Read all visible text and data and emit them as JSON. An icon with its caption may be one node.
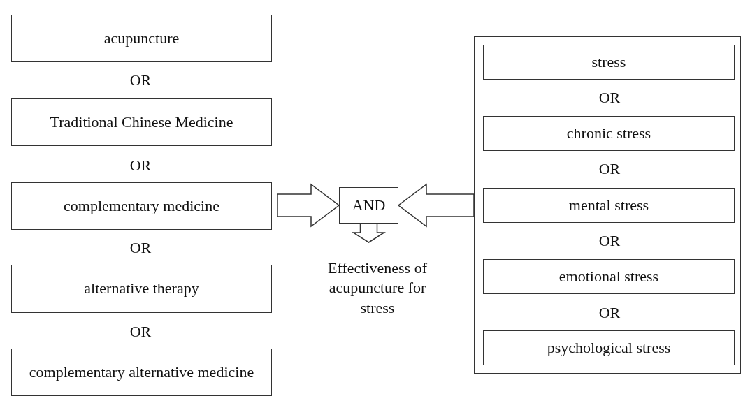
{
  "diagram": {
    "nodes": [
      {
        "text": [],
        "shape": "box"
      },
      {
        "text": [
          "acupuncture"
        ],
        "in": 0
      },
      {
        "text": [
          "Traditional Chinese Medicine"
        ],
        "in": 0
      },
      {
        "text": [
          "complementary medicine"
        ],
        "in": 0
      },
      {
        "text": [
          "alternative therapy"
        ],
        "in": 0
      },
      {
        "text": [
          "complementary alternative medicine"
        ],
        "in": 0
      },
      {
        "text": [
          "AND"
        ]
      },
      {
        "text": [
          "Effectiveness of acupuncture for stress"
        ]
      },
      {
        "text": [],
        "shape": "box"
      },
      {
        "text": [
          "stress"
        ],
        "in": 8
      },
      {
        "text": [
          "chronic stress"
        ],
        "in": 8
      },
      {
        "text": [
          "mental stress"
        ],
        "in": 8
      },
      {
        "text": [
          "emotional stress"
        ],
        "in": 8
      },
      {
        "text": [
          "psychological stress"
        ],
        "in": 8
      }
    ],
    "edges": [
      {
        "from": 0,
        "to": 6,
        "arrow": "to"
      },
      {
        "from": 8,
        "to": 6,
        "arrow": "to"
      },
      {
        "from": 6,
        "to": 7,
        "arrow": "to"
      }
    ],
    "labels": [
      "OR",
      "OR",
      "OR",
      "OR",
      "OR",
      "OR",
      "OR",
      "OR"
    ]
  }
}
